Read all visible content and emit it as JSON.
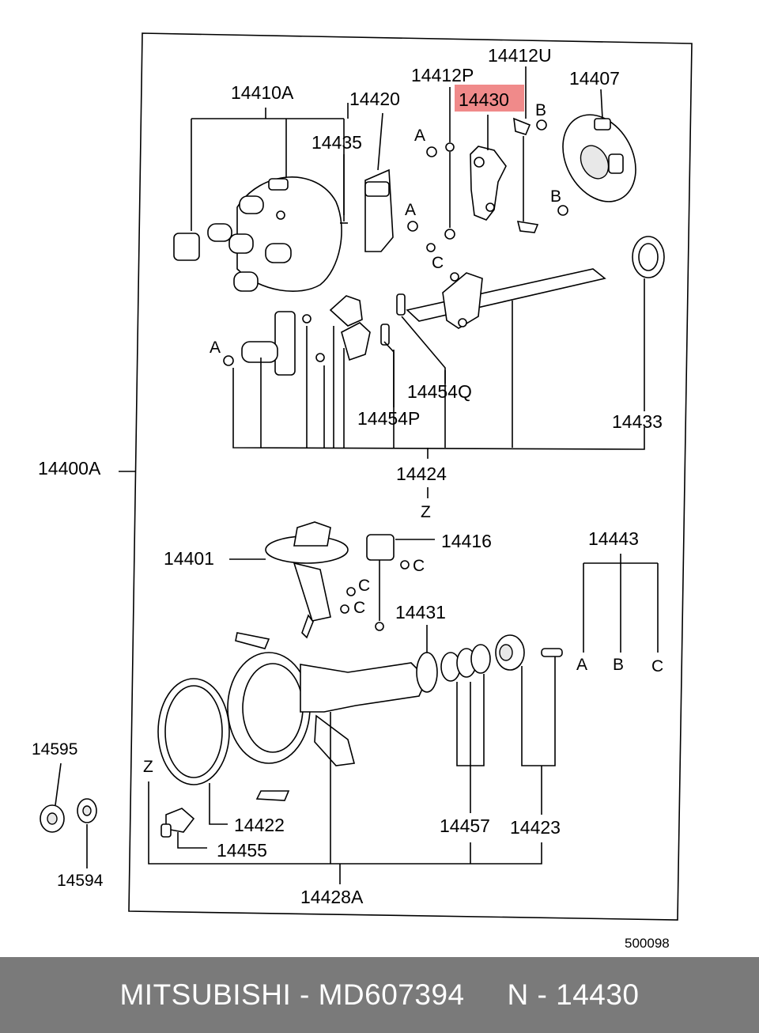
{
  "diagram": {
    "labels": {
      "p14412U": "14412U",
      "p14412P": "14412P",
      "p14407": "14407",
      "p14410A": "14410A",
      "p14420": "14420",
      "p14430": "14430",
      "p14435": "14435",
      "p14454Q": "14454Q",
      "p14454P": "14454P",
      "p14433": "14433",
      "p14424": "14424",
      "p14400A": "14400A",
      "p14401": "14401",
      "p14416": "14416",
      "p14443": "14443",
      "p14431": "14431",
      "p14595": "14595",
      "p14422": "14422",
      "p14455": "14455",
      "p14457": "14457",
      "p14423": "14423",
      "p14594": "14594",
      "p14428A": "14428A",
      "ref_A": "A",
      "ref_B": "B",
      "ref_C": "C",
      "ref_Z": "Z"
    },
    "highlighted_part": "14430",
    "highlight_color": "#f08a8a",
    "drawing_code": "500098"
  },
  "footer": {
    "text": "MITSUBISHI - MD607394     N - 14430",
    "background": "#7a7a7a"
  }
}
